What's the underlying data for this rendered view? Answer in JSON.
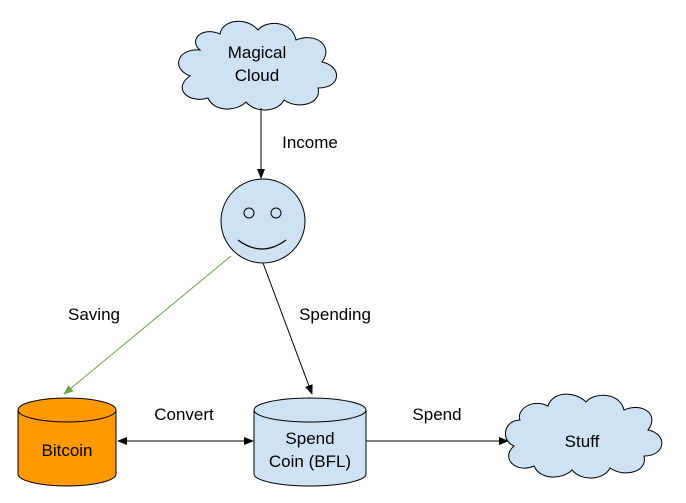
{
  "nodes": {
    "cloud_source": {
      "line1": "Magical",
      "line2": "Cloud"
    },
    "person": {
      "icon": "smiley-face-icon"
    },
    "bitcoin": {
      "label": "Bitcoin"
    },
    "spend_coin": {
      "line1": "Spend",
      "line2": "Coin (BFL)"
    },
    "stuff": {
      "label": "Stuff"
    }
  },
  "edges": {
    "income": "Income",
    "saving": "Saving",
    "spending": "Spending",
    "convert": "Convert",
    "spend": "Spend"
  },
  "colors": {
    "cloud_fill": "#cfe2f3",
    "bitcoin_fill": "#ff9900",
    "spend_coin_fill": "#cfe2f3",
    "person_fill": "#cfe2f3",
    "saving_arrow": "#6aa84f",
    "default_stroke": "#000000"
  }
}
